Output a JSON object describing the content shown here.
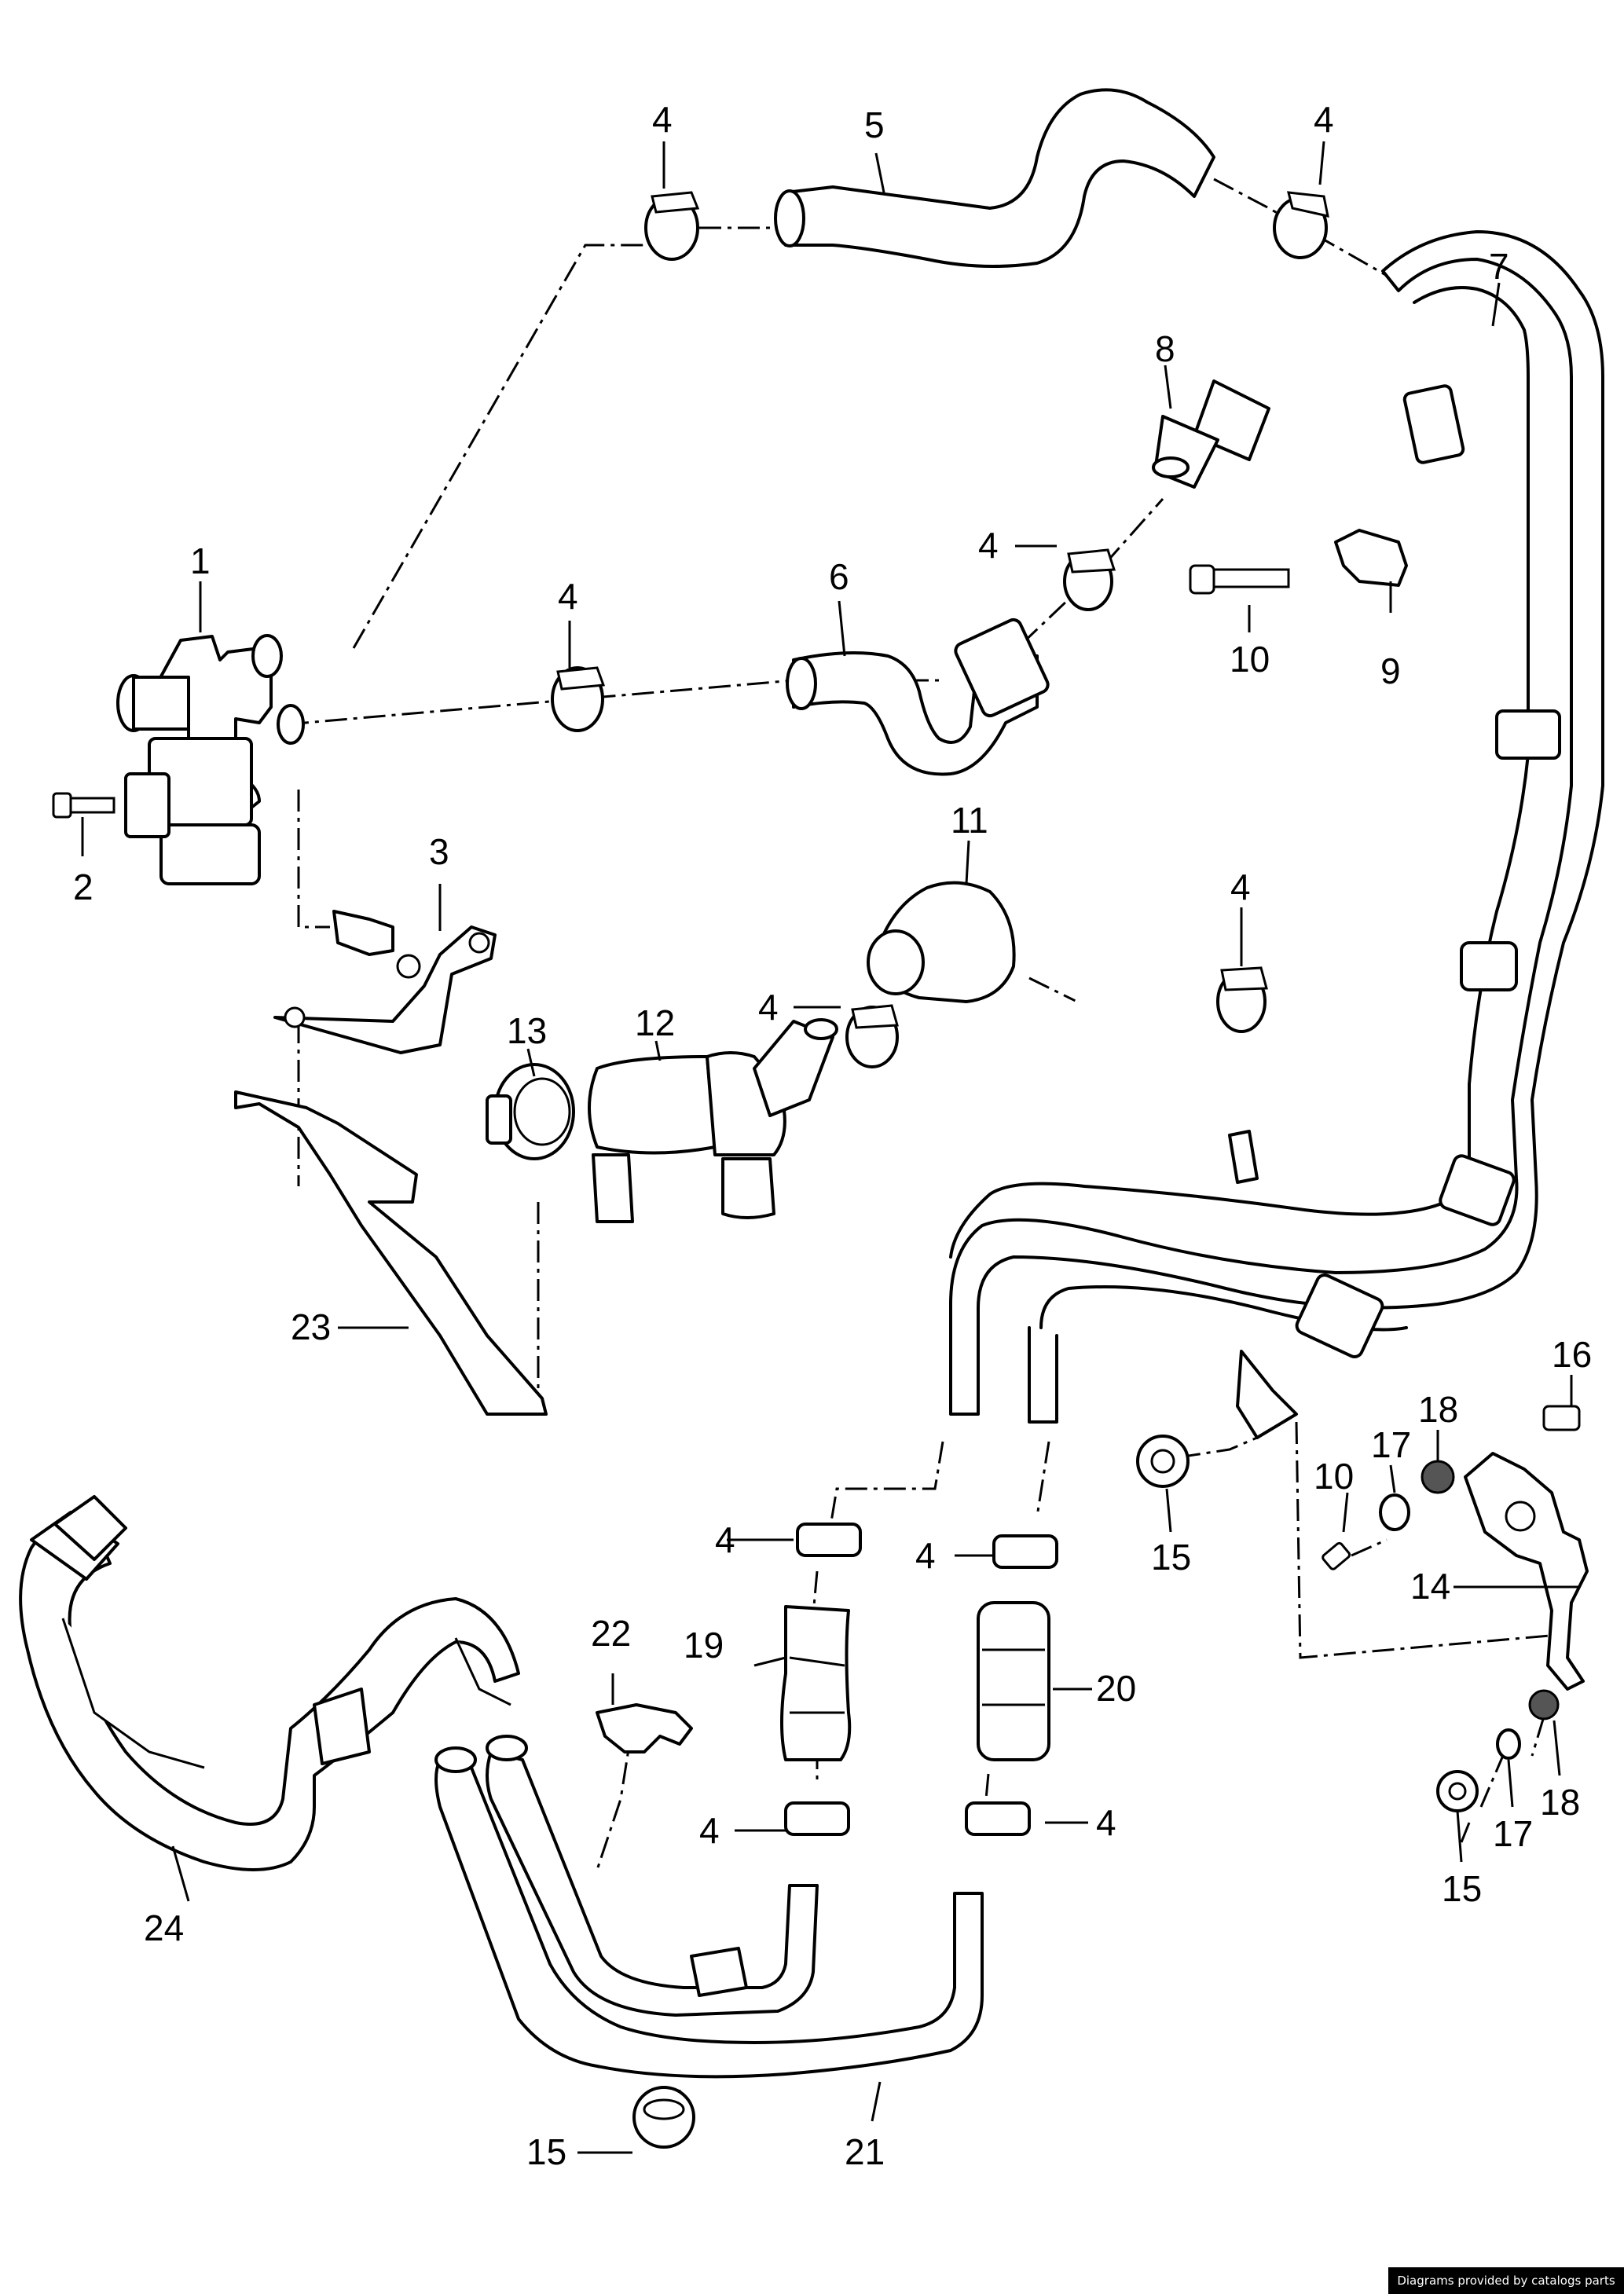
{
  "labels": {
    "l1": "1",
    "l2": "2",
    "l3": "3",
    "l4a": "4",
    "l4b": "4",
    "l4c": "4",
    "l4d": "4",
    "l4e": "4",
    "l4f": "4",
    "l4g": "4",
    "l4h": "4",
    "l4i": "4",
    "l4j": "4",
    "l5": "5",
    "l6": "6",
    "l7": "7",
    "l8": "8",
    "l9": "9",
    "l10a": "10",
    "l10b": "10",
    "l11": "11",
    "l12": "12",
    "l13": "13",
    "l14": "14",
    "l15a": "15",
    "l15b": "15",
    "l15c": "15",
    "l16": "16",
    "l17a": "17",
    "l17b": "17",
    "l18a": "18",
    "l18b": "18",
    "l19": "19",
    "l20": "20",
    "l21": "21",
    "l22": "22",
    "l23": "23",
    "l24": "24"
  },
  "footer": {
    "credit": "Diagrams provided by catalogs parts"
  }
}
